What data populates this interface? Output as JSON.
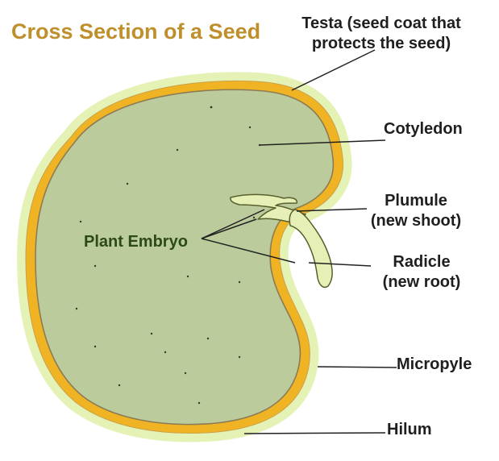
{
  "title": "Cross Section of a Seed",
  "labels": {
    "testa": [
      "Testa (seed coat that",
      "protects the seed)"
    ],
    "cotyledon": "Cotyledon",
    "plumule": [
      "Plumule",
      "(new shoot)"
    ],
    "radicle": [
      "Radicle",
      "(new root)"
    ],
    "micropyle": "Micropyle",
    "hilum": "Hilum",
    "plant_embryo": "Plant Embryo"
  },
  "colors": {
    "seed_coat": "#f0b323",
    "seed_coat_glow": "#e4f2b6",
    "cotyledon_fill": "#bbcb9b",
    "cotyledon_outline": "#8a7c55",
    "embryo_fill": "#e6f0b6",
    "title": "#bf8f2c",
    "embryo_label": "#2b4a17",
    "leader_line": "#222222"
  }
}
